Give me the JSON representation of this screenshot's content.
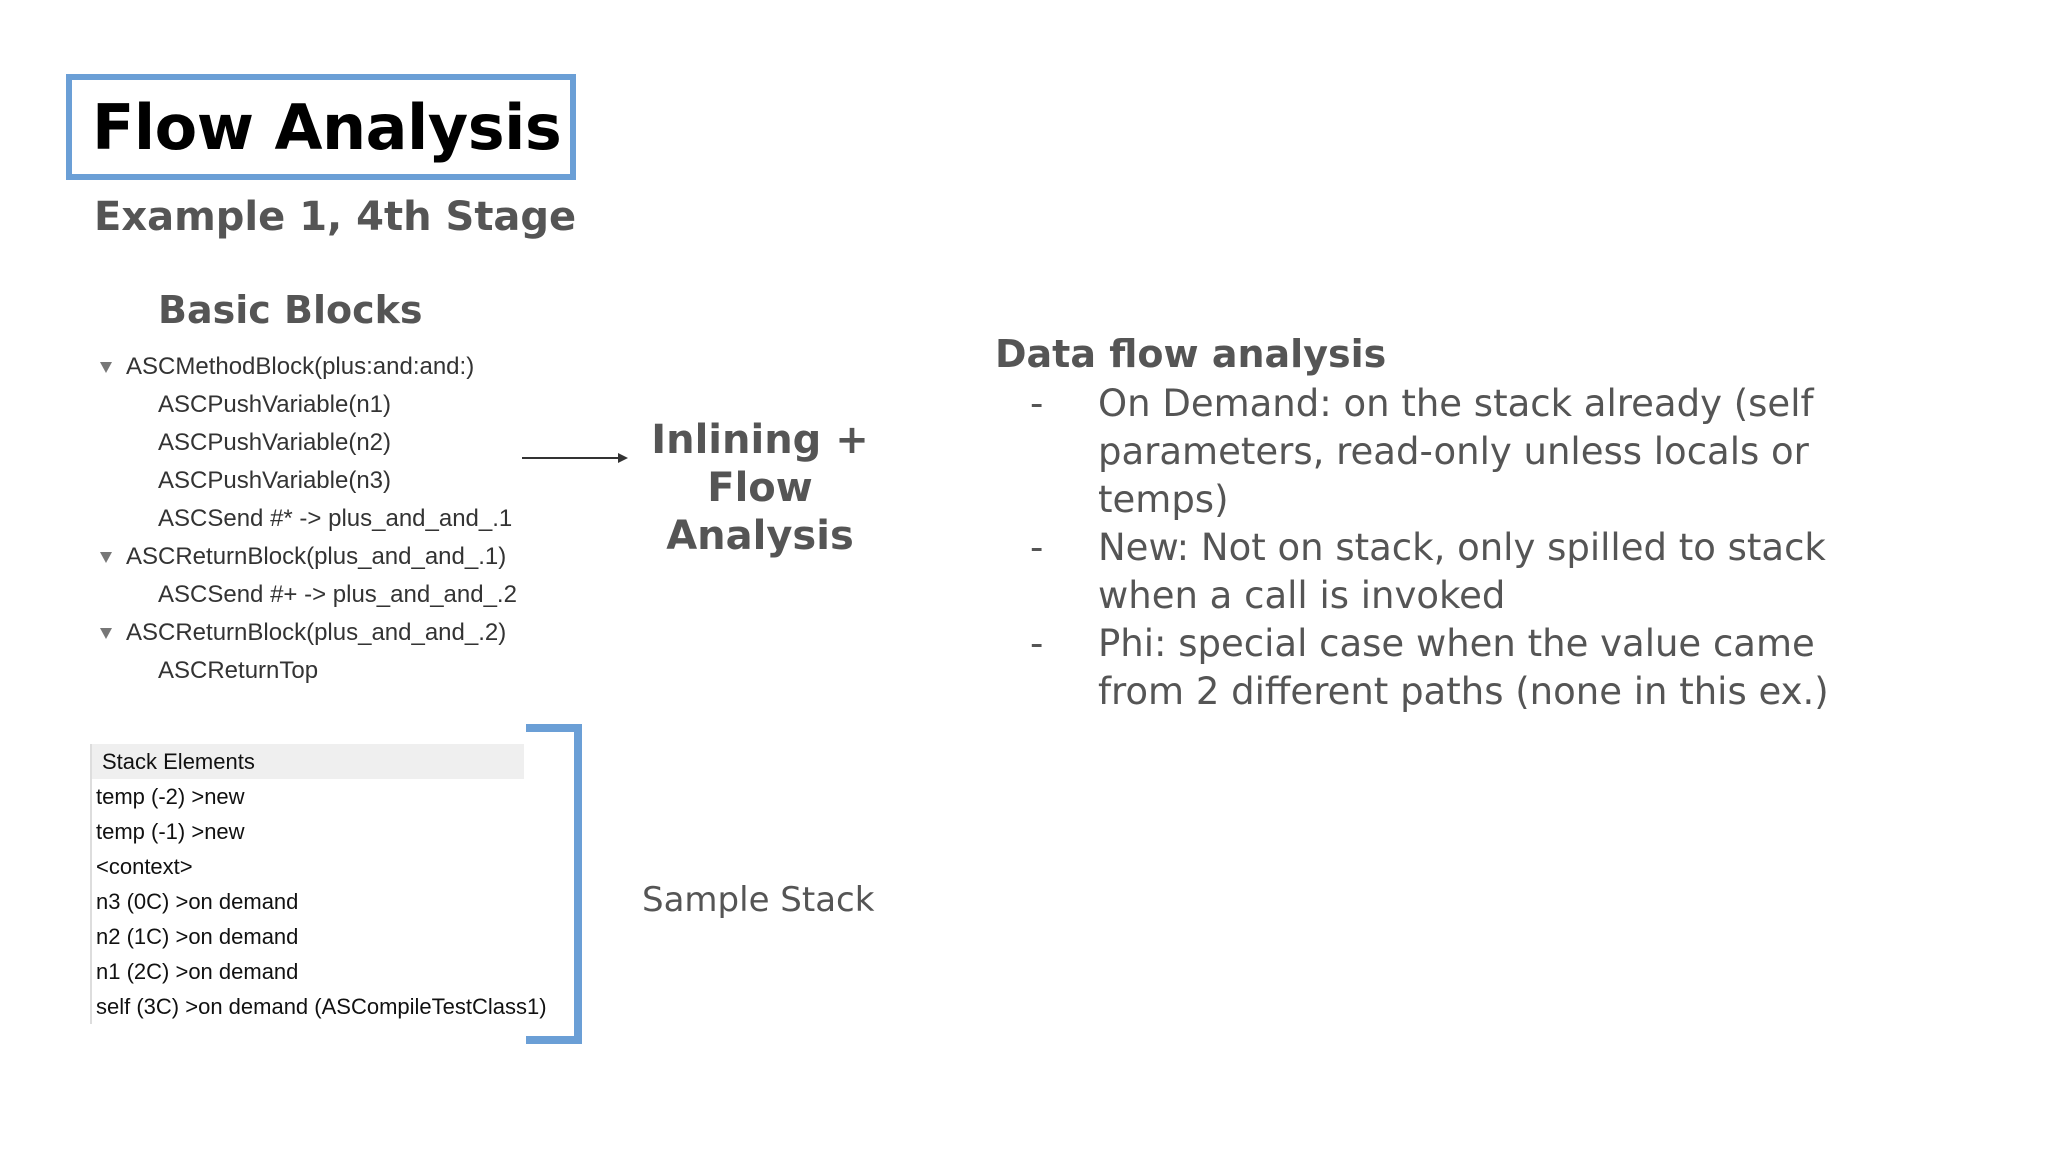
{
  "slide": {
    "title": "Flow Analysis",
    "subtitle": "Example 1, 4th Stage",
    "accent_color": "#6b9fd6"
  },
  "basic_blocks": {
    "heading": "Basic Blocks",
    "tree": [
      {
        "label": "ASCMethodBlock(plus:and:and:)",
        "expanded": true,
        "level": 0
      },
      {
        "label": "ASCPushVariable(n1)",
        "level": 1
      },
      {
        "label": "ASCPushVariable(n2)",
        "level": 1
      },
      {
        "label": "ASCPushVariable(n3)",
        "level": 1
      },
      {
        "label": "ASCSend #* -> plus_and_and_.1",
        "level": 1
      },
      {
        "label": "ASCReturnBlock(plus_and_and_.1)",
        "expanded": true,
        "level": 0
      },
      {
        "label": "ASCSend #+ -> plus_and_and_.2",
        "level": 1
      },
      {
        "label": "ASCReturnBlock(plus_and_and_.2)",
        "expanded": true,
        "level": 0
      },
      {
        "label": "ASCReturnTop",
        "level": 1
      }
    ]
  },
  "transform": {
    "label_lines": [
      "Inlining +",
      "Flow",
      "Analysis"
    ],
    "arrow_icon": "right-arrow-icon"
  },
  "stack": {
    "header": "Stack Elements",
    "rows": [
      "temp (-2) >new",
      "temp (-1) >new",
      "<context>",
      "n3 (0C) >on demand",
      "n2 (1C) >on demand",
      "n1 (2C) >on demand",
      "self (3C) >on demand (ASCompileTestClass1)"
    ],
    "caption": "Sample Stack"
  },
  "data_flow": {
    "heading": "Data flow analysis",
    "items": [
      {
        "dash": "-",
        "text": "On Demand: on the stack already (self parameters, read-only unless locals or temps)"
      },
      {
        "dash": "-",
        "text": "New: Not on stack, only spilled to stack when a call is invoked"
      },
      {
        "dash": "-",
        "text": "Phi: special case when the value came from 2 different paths (none in this ex.)"
      }
    ]
  }
}
